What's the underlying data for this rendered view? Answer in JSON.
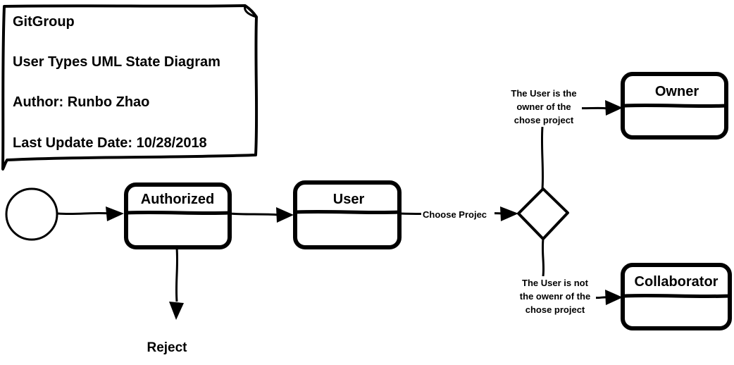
{
  "note": {
    "lines": [
      "GitGroup",
      "User Types UML State Diagram",
      "Author: Runbo Zhao",
      "Last Update Date: 10/28/2018"
    ]
  },
  "states": {
    "authorized": "Authorized",
    "user": "User",
    "owner": "Owner",
    "collaborator": "Collaborator"
  },
  "transitions": {
    "choose_project": "Choose Projec",
    "is_owner": [
      "The User is the",
      "owner of the",
      "chose project"
    ],
    "is_not_owner": [
      "The User is not",
      "the owenr of the",
      "chose project"
    ]
  },
  "reject": "Reject"
}
